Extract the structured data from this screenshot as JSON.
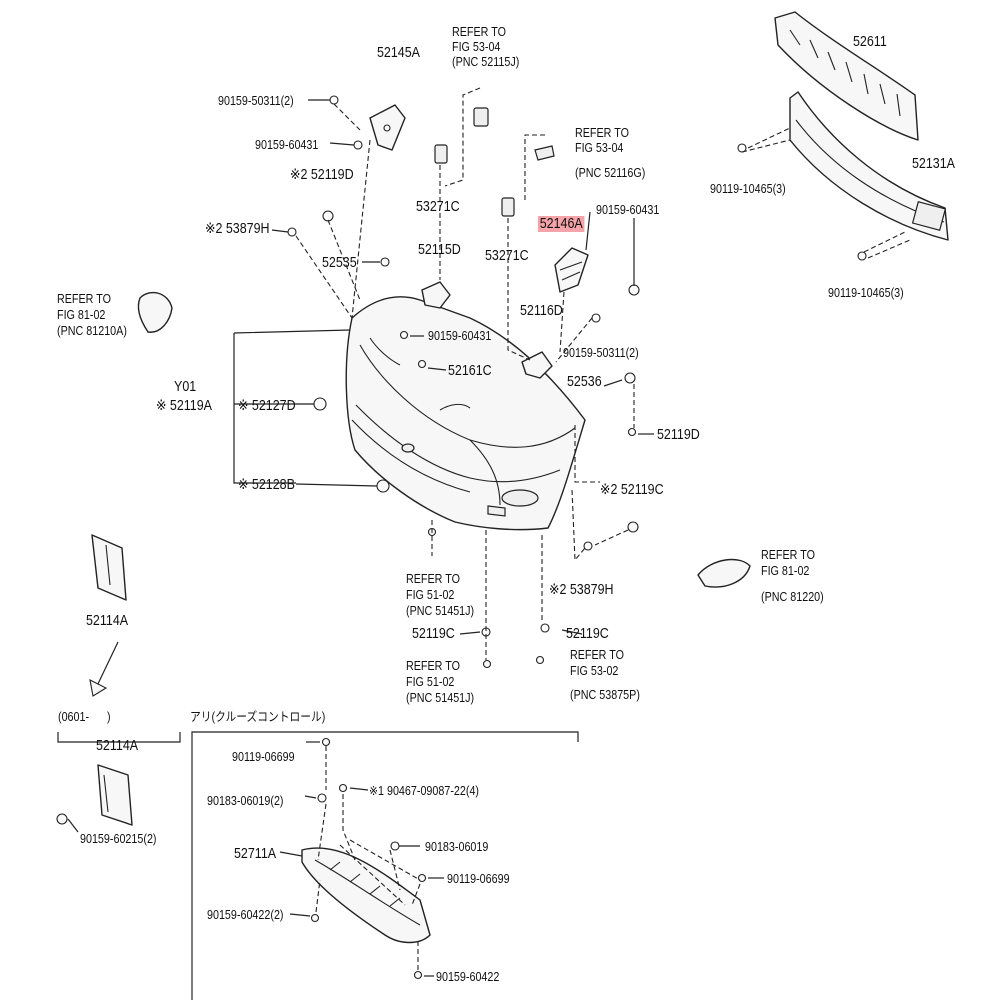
{
  "diagram": {
    "highlight_color": "#f4a3a8",
    "labels": [
      {
        "id": "52145A",
        "text": "52145A"
      },
      {
        "id": "refer-53-04-a-1",
        "text": "REFER TO"
      },
      {
        "id": "refer-53-04-a-2",
        "text": "FIG 53-04"
      },
      {
        "id": "refer-53-04-a-3",
        "text": "(PNC 52115J)"
      },
      {
        "id": "52611",
        "text": "52611"
      },
      {
        "id": "90159-50311-top",
        "text": "90159-50311(2)"
      },
      {
        "id": "90159-60431-top",
        "text": "90159-60431"
      },
      {
        "id": "refer-53-04-b-1",
        "text": "REFER TO"
      },
      {
        "id": "refer-53-04-b-2",
        "text": "FIG 53-04"
      },
      {
        "id": "refer-53-04-b-3",
        "text": "(PNC 52116G)"
      },
      {
        "id": "52131A",
        "text": "52131A"
      },
      {
        "id": "52119D-top",
        "text": "※2 52119D"
      },
      {
        "id": "53271C-left",
        "text": "53271C"
      },
      {
        "id": "90119-10465-upper",
        "text": "90119-10465(3)"
      },
      {
        "id": "53879H-top",
        "text": "※2 53879H"
      },
      {
        "id": "52146A",
        "text": "52146A"
      },
      {
        "id": "90159-60431-right",
        "text": "90159-60431"
      },
      {
        "id": "52535",
        "text": "52535"
      },
      {
        "id": "52115D",
        "text": "52115D"
      },
      {
        "id": "53271C-right",
        "text": "53271C"
      },
      {
        "id": "90119-10465-lower",
        "text": "90119-10465(3)"
      },
      {
        "id": "refer-81-02-left-1",
        "text": "REFER TO"
      },
      {
        "id": "refer-81-02-left-2",
        "text": "FIG 81-02"
      },
      {
        "id": "refer-81-02-left-3",
        "text": "(PNC 81210A)"
      },
      {
        "id": "52116D",
        "text": "52116D"
      },
      {
        "id": "90159-60431-mid",
        "text": "90159-60431"
      },
      {
        "id": "90159-50311-right",
        "text": "90159-50311(2)"
      },
      {
        "id": "52161C",
        "text": "52161C"
      },
      {
        "id": "Y01",
        "text": "Y01"
      },
      {
        "id": "52119A",
        "text": "※ 52119A"
      },
      {
        "id": "52127D",
        "text": "※ 52127D"
      },
      {
        "id": "52536",
        "text": "52536"
      },
      {
        "id": "52119D-right",
        "text": "52119D"
      },
      {
        "id": "52128B",
        "text": "※ 52128B"
      },
      {
        "id": "52119C-right",
        "text": "※2 52119C"
      },
      {
        "id": "refer-81-02-right-1",
        "text": "REFER TO"
      },
      {
        "id": "refer-81-02-right-2",
        "text": "FIG 81-02"
      },
      {
        "id": "refer-81-02-right-3",
        "text": "(PNC 81220)"
      },
      {
        "id": "refer-51-02-a-1",
        "text": "REFER TO"
      },
      {
        "id": "refer-51-02-a-2",
        "text": "FIG 51-02"
      },
      {
        "id": "refer-51-02-a-3",
        "text": "(PNC 51451J)"
      },
      {
        "id": "53879H-bottom",
        "text": "※2 53879H"
      },
      {
        "id": "52114A-top",
        "text": "52114A"
      },
      {
        "id": "52119C-left",
        "text": "52119C"
      },
      {
        "id": "52119C-mid",
        "text": "52119C"
      },
      {
        "id": "refer-51-02-b-1",
        "text": "REFER TO"
      },
      {
        "id": "refer-51-02-b-2",
        "text": "FIG 51-02"
      },
      {
        "id": "refer-51-02-b-3",
        "text": "(PNC 51451J)"
      },
      {
        "id": "refer-53-02-1",
        "text": "REFER TO"
      },
      {
        "id": "refer-53-02-2",
        "text": "FIG 53-02"
      },
      {
        "id": "refer-53-02-3",
        "text": "(PNC 53875P)"
      },
      {
        "id": "date-range",
        "text": "(0601-      )"
      },
      {
        "id": "cruise-note",
        "text": "アリ(クルーズコントロール)"
      },
      {
        "id": "52114A-bottom",
        "text": "52114A"
      },
      {
        "id": "90119-06699-top",
        "text": "90119-06699"
      },
      {
        "id": "90183-06019-left",
        "text": "90183-06019(2)"
      },
      {
        "id": "90467-09087",
        "text": "※1 90467-09087-22(4)"
      },
      {
        "id": "90159-60215",
        "text": "90159-60215(2)"
      },
      {
        "id": "90183-06019-right",
        "text": "90183-06019"
      },
      {
        "id": "52711A",
        "text": "52711A"
      },
      {
        "id": "90119-06699-right",
        "text": "90119-06699"
      },
      {
        "id": "90159-60422-left",
        "text": "90159-60422(2)"
      },
      {
        "id": "90159-60422-bottom",
        "text": "90159-60422"
      }
    ]
  }
}
